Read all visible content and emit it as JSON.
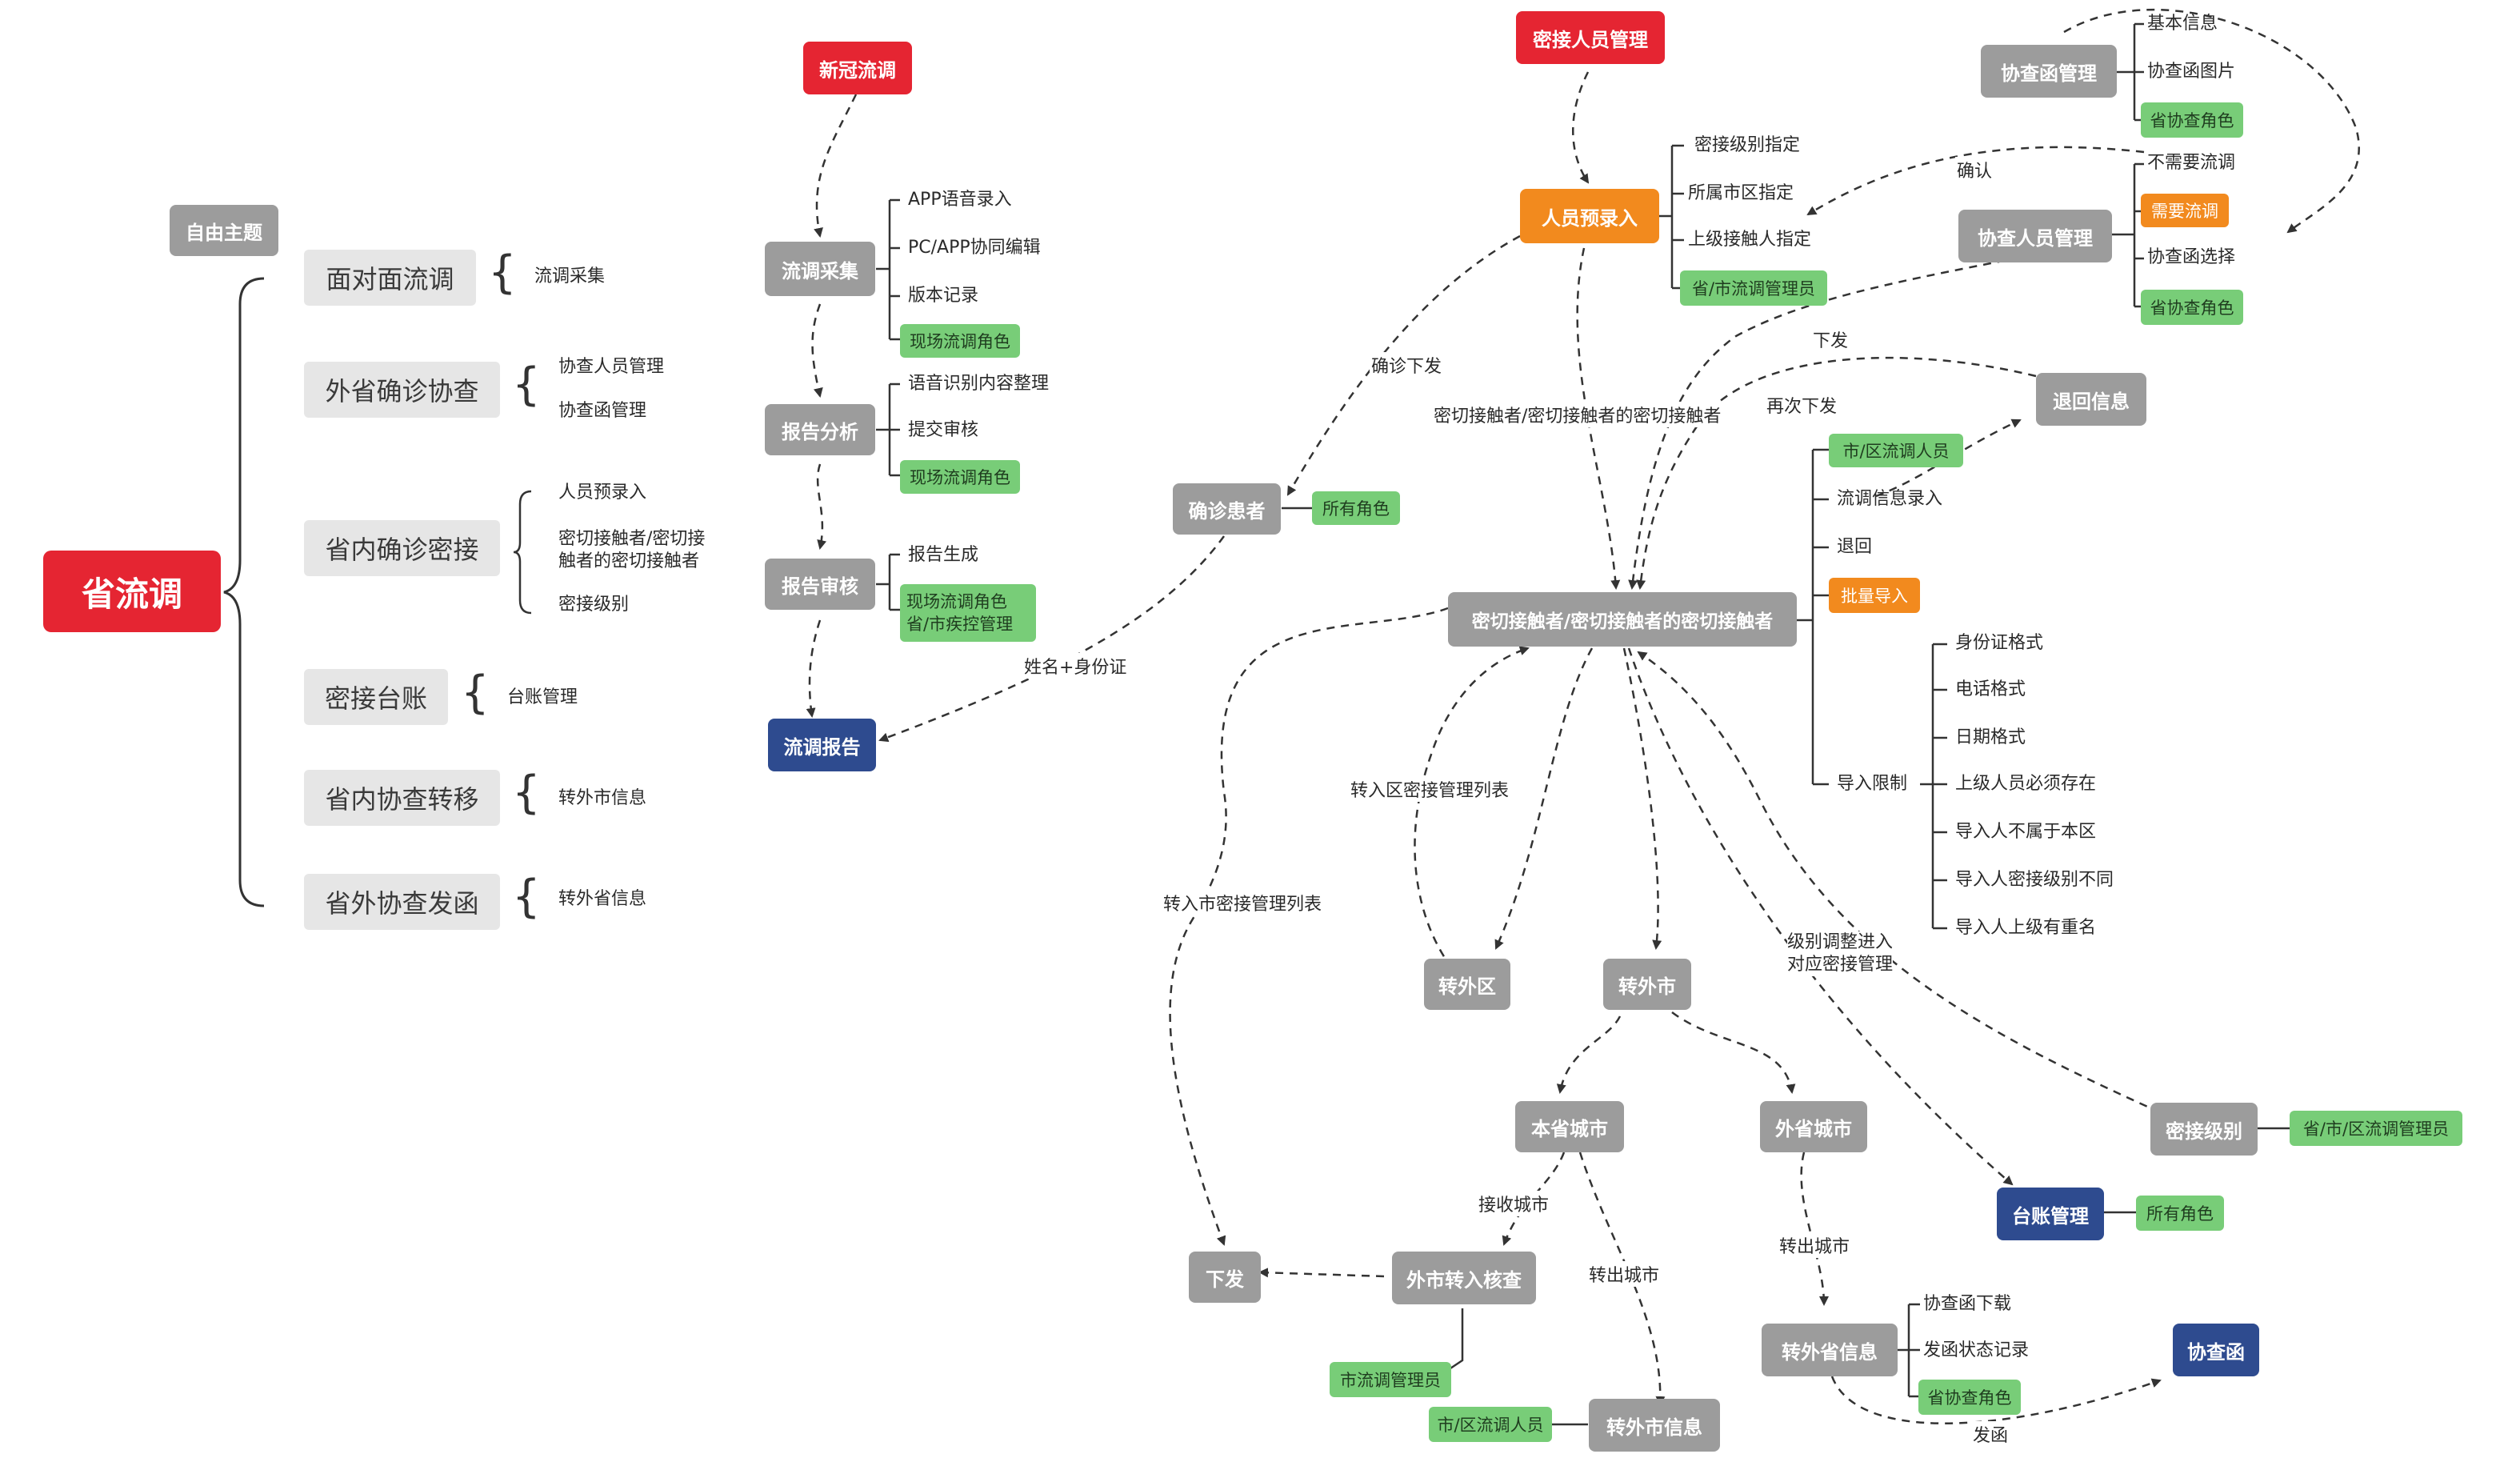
{
  "left": {
    "root": "省流调",
    "free_topic": "自由主题",
    "branches": [
      {
        "label": "面对面流调",
        "items": [
          "流调采集"
        ]
      },
      {
        "label": "外省确诊协查",
        "items": [
          "协查人员管理",
          "协查函管理"
        ]
      },
      {
        "label": "省内确诊密接",
        "items": [
          "人员预录入",
          "密切接触者/密切接",
          "触者的密切接触者",
          "密接级别"
        ]
      },
      {
        "label": "密接台账",
        "items": [
          "台账管理"
        ]
      },
      {
        "label": "省内协查转移",
        "items": [
          "转外市信息"
        ]
      },
      {
        "label": "省外协查发函",
        "items": [
          "转外省信息"
        ]
      }
    ]
  },
  "process": {
    "start": "新冠流调",
    "collect": "流调采集",
    "collect_items": [
      "APP语音录入",
      "PC/APP协同编辑",
      "版本记录"
    ],
    "collect_role": "现场流调角色",
    "analysis": "报告分析",
    "analysis_items": [
      "语音识别内容整理",
      "提交审核"
    ],
    "analysis_role": "现场流调角色",
    "review": "报告审核",
    "review_items": [
      "报告生成"
    ],
    "review_roles": [
      "现场流调角色",
      "省/市疾控管理"
    ],
    "report": "流调报告"
  },
  "confirmed": {
    "label": "确诊患者",
    "role": "所有角色",
    "edge_name_id": "姓名+身份证",
    "edge_confirm": "确诊下发"
  },
  "contact_mgmt": {
    "top": "密接人员管理",
    "prereg": "人员预录入",
    "prereg_items": [
      "密接级别指定",
      "所属市区指定",
      "上级接触人指定"
    ],
    "prereg_role": "省/市流调管理员",
    "edge_close": "密切接触者/密切接触者的密切接触者"
  },
  "letters": {
    "mgmt": "协查函管理",
    "mgmt_items": [
      "基本信息",
      "协查函图片"
    ],
    "mgmt_role": "省协查角色",
    "people": "协查人员管理",
    "people_items": [
      "不需要流调",
      "需要流调",
      "协查函选择"
    ],
    "people_role": "省协查角色",
    "edge_confirm": "确认",
    "edge_issue": "下发"
  },
  "center": {
    "label": "密切接触者/密切接触者的密切接触者",
    "items": [
      "市/区流调人员",
      "流调信息录入",
      "退回",
      "批量导入",
      "导入限制"
    ],
    "return_info": "退回信息",
    "edge_reissue": "再次下发",
    "limits": [
      "身份证格式",
      "电话格式",
      "日期格式",
      "上级人员必须存在",
      "导入人不属于本区",
      "导入人密接级别不同",
      "导入人上级有重名"
    ]
  },
  "transfer": {
    "district": "转外区",
    "city": "转外市",
    "edge_district_list": "转入区密接管理列表",
    "edge_city_list": "转入市密接管理列表",
    "edge_level": [
      "级别调整进入",
      "对应密接管理"
    ],
    "local_city": "本省城市",
    "other_city": "外省城市",
    "edge_receive": "接收城市",
    "edge_out": "转出城市",
    "edge_out2": "转出城市",
    "issue": "下发",
    "check": "外市转入核查",
    "check_role": "市流调管理员",
    "out_city_info": "转外市信息",
    "out_city_role": "市/区流调人员",
    "out_prov_info": "转外省信息",
    "out_prov_items": [
      "协查函下载",
      "发函状态记录"
    ],
    "out_prov_role": "省协查角色",
    "letter": "协查函",
    "edge_send": "发函"
  },
  "ledger": {
    "label": "台账管理",
    "role": "所有角色",
    "level": "密接级别",
    "level_role": "省/市/区流调管理员"
  },
  "colors": {
    "gray": "#9c9c9c",
    "red": "#e52532",
    "orange": "#f28a1e",
    "navy": "#2e4b8f",
    "green": "#78cd78"
  }
}
